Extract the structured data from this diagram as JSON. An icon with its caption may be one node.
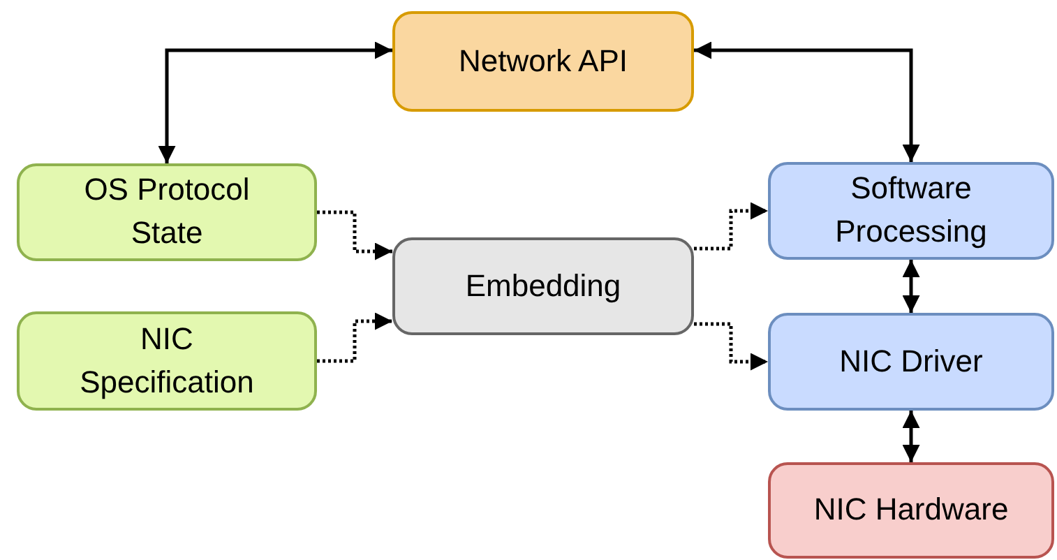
{
  "diagram": {
    "nodes": [
      {
        "text": [
          "Network API"
        ]
      },
      {
        "text": [
          "OS Protocol State"
        ]
      },
      {
        "text": [
          "NIC Specification"
        ]
      },
      {
        "text": [
          "Embedding"
        ]
      },
      {
        "text": [
          "Software Processing"
        ]
      },
      {
        "text": [
          "NIC Driver"
        ]
      },
      {
        "text": [
          "NIC Hardware"
        ]
      }
    ],
    "edges": [
      {
        "from": 0,
        "to": 1,
        "arrow": "both"
      },
      {
        "from": 0,
        "to": 4,
        "arrow": "both"
      },
      {
        "from": 1,
        "to": 3,
        "arrow": "to",
        "style": "dashed"
      },
      {
        "from": 2,
        "to": 3,
        "arrow": "to",
        "style": "dashed"
      },
      {
        "from": 3,
        "to": 4,
        "arrow": "to",
        "style": "dashed"
      },
      {
        "from": 3,
        "to": 5,
        "arrow": "to",
        "style": "dashed"
      },
      {
        "from": 4,
        "to": 5,
        "arrow": "both"
      },
      {
        "from": 5,
        "to": 6,
        "arrow": "both"
      }
    ]
  }
}
